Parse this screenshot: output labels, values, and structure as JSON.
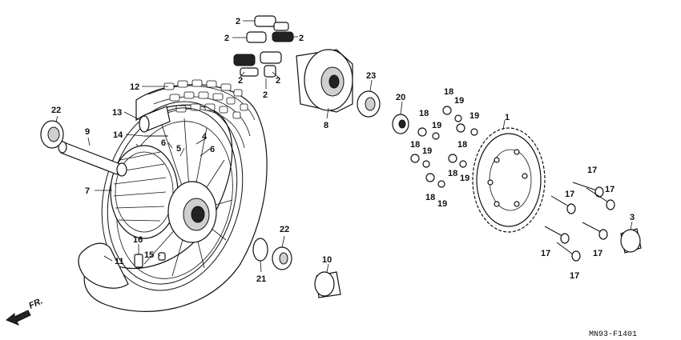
{
  "diagram": {
    "code": "MN93-F1401",
    "front_marker": "FR.",
    "labels": [
      {
        "id": "1",
        "text": "1"
      },
      {
        "id": "2a",
        "text": "2"
      },
      {
        "id": "2b",
        "text": "2"
      },
      {
        "id": "2c",
        "text": "2"
      },
      {
        "id": "2d",
        "text": "2"
      },
      {
        "id": "2e",
        "text": "2"
      },
      {
        "id": "2f",
        "text": "2"
      },
      {
        "id": "3",
        "text": "3"
      },
      {
        "id": "4",
        "text": "4"
      },
      {
        "id": "5",
        "text": "5"
      },
      {
        "id": "6a",
        "text": "6"
      },
      {
        "id": "6b",
        "text": "6"
      },
      {
        "id": "7",
        "text": "7"
      },
      {
        "id": "8",
        "text": "8"
      },
      {
        "id": "9",
        "text": "9"
      },
      {
        "id": "10",
        "text": "10"
      },
      {
        "id": "11",
        "text": "11"
      },
      {
        "id": "12",
        "text": "12"
      },
      {
        "id": "13",
        "text": "13"
      },
      {
        "id": "14",
        "text": "14"
      },
      {
        "id": "15",
        "text": "15"
      },
      {
        "id": "16",
        "text": "16"
      },
      {
        "id": "17a",
        "text": "17"
      },
      {
        "id": "17b",
        "text": "17"
      },
      {
        "id": "17c",
        "text": "17"
      },
      {
        "id": "17d",
        "text": "17"
      },
      {
        "id": "17e",
        "text": "17"
      },
      {
        "id": "17f",
        "text": "17"
      },
      {
        "id": "17g",
        "text": "17"
      },
      {
        "id": "18a",
        "text": "18"
      },
      {
        "id": "18b",
        "text": "18"
      },
      {
        "id": "18c",
        "text": "18"
      },
      {
        "id": "18d",
        "text": "18"
      },
      {
        "id": "18e",
        "text": "18"
      },
      {
        "id": "18f",
        "text": "18"
      },
      {
        "id": "19a",
        "text": "19"
      },
      {
        "id": "19b",
        "text": "19"
      },
      {
        "id": "19c",
        "text": "19"
      },
      {
        "id": "19d",
        "text": "19"
      },
      {
        "id": "19e",
        "text": "19"
      },
      {
        "id": "19f",
        "text": "19"
      },
      {
        "id": "20",
        "text": "20"
      },
      {
        "id": "21",
        "text": "21"
      },
      {
        "id": "22a",
        "text": "22"
      },
      {
        "id": "22b",
        "text": "22"
      },
      {
        "id": "23",
        "text": "23"
      }
    ]
  }
}
